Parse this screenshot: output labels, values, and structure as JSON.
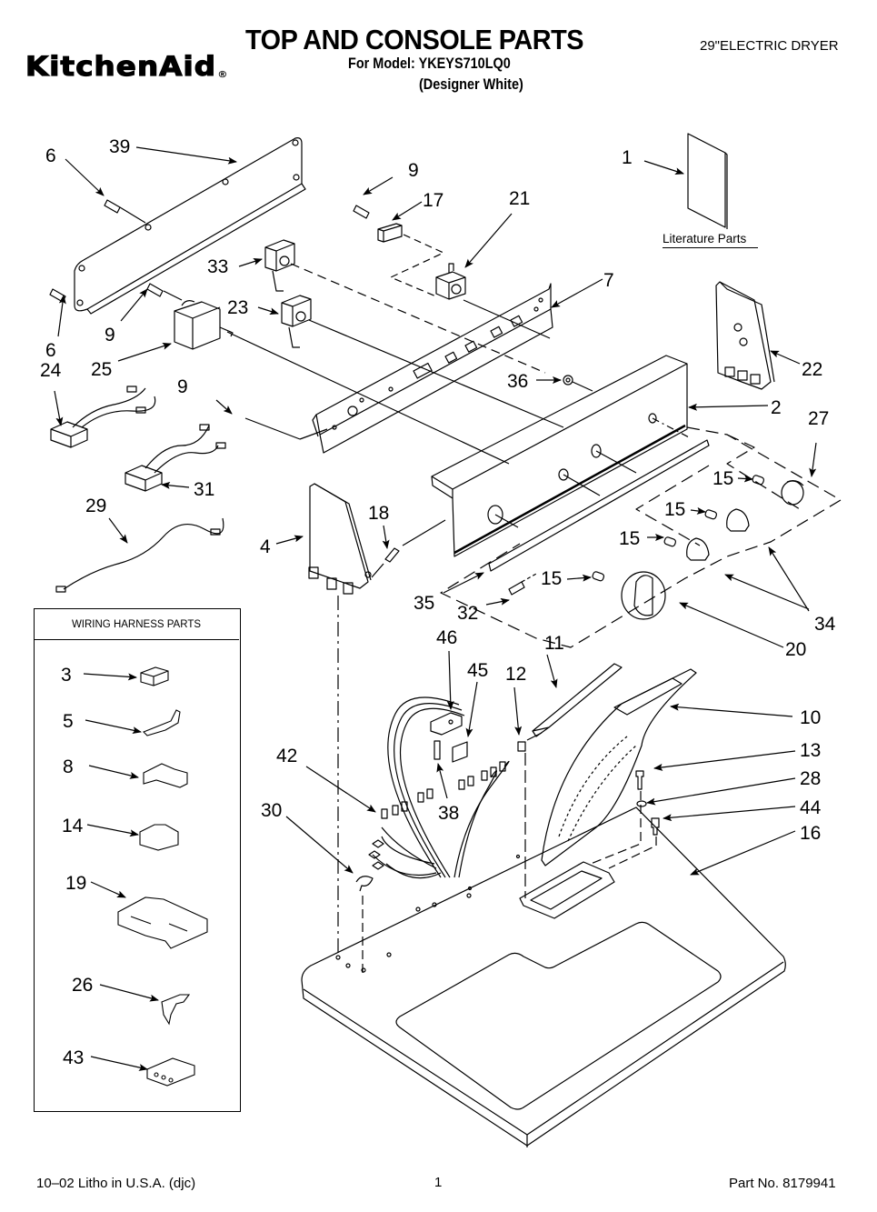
{
  "header": {
    "brand": "KitchenAid",
    "brand_mark": "®",
    "title": "TOP AND CONSOLE PARTS",
    "model_line": "For Model: YKEYS710LQ0",
    "variant_line": "(Designer White)",
    "product": "29\"ELECTRIC DRYER"
  },
  "literature": {
    "label": "Literature Parts"
  },
  "wiring_harness": {
    "title": "WIRING HARNESS PARTS",
    "items": [
      "3",
      "5",
      "8",
      "14",
      "19",
      "26",
      "43"
    ]
  },
  "callouts": {
    "c39": "39",
    "c6a": "6",
    "c6b": "6",
    "c9a": "9",
    "c9b": "9",
    "c9c": "9",
    "c17": "17",
    "c21": "21",
    "c1": "1",
    "c33": "33",
    "c23": "23",
    "c7": "7",
    "c25": "25",
    "c24": "24",
    "c22": "22",
    "c36": "36",
    "c2": "2",
    "c27": "27",
    "c31": "31",
    "c29": "29",
    "c15a": "15",
    "c15b": "15",
    "c15c": "15",
    "c15d": "15",
    "c18": "18",
    "c4": "4",
    "c35": "35",
    "c32": "32",
    "c34": "34",
    "c20": "20",
    "c46": "46",
    "c11": "11",
    "c45": "45",
    "c12": "12",
    "c10": "10",
    "c42": "42",
    "c13": "13",
    "c28": "28",
    "c38": "38",
    "c30": "30",
    "c44": "44",
    "c16": "16",
    "h3": "3",
    "h5": "5",
    "h8": "8",
    "h14": "14",
    "h19": "19",
    "h26": "26",
    "h43": "43"
  },
  "footer": {
    "litho": "10–02 Litho in U.S.A. (djc)",
    "page": "1",
    "part_no": "Part No. 8179941"
  }
}
